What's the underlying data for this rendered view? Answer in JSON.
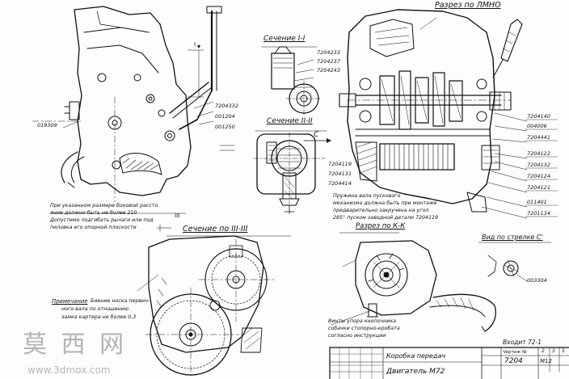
{
  "sections": {
    "main_section": "Разрез по ЛМНО",
    "section_1": "Сечение I-I",
    "section_2": "Сечение II-II",
    "section_3": "Сечение по III-III",
    "section_k": "Разрез по К-К",
    "view_c": "Вид по стрелке С'",
    "arrow_c": "С",
    "roman_1": "I",
    "roman_2": "III"
  },
  "part_numbers": {
    "left_019309": "019309",
    "left_7204332": "7204332",
    "left_001204": "001204",
    "left_001250": "001250",
    "s1_7204233": "7204233",
    "s1_7204237": "7204237",
    "s1_7204243": "7204243",
    "s2_7204119": "7204119",
    "s2_7204131": "7204131",
    "s2_7204414": "7204414",
    "r_7204140": "7204140",
    "r_004006": "004006",
    "r_7204441": "7204441",
    "r_7204122": "7204122",
    "r_7204132": "7204132",
    "r_7204124": "7204124",
    "r_7204121": "7204121",
    "r_011401": "011401",
    "r_7201134": "7201134",
    "view_003304": "003304"
  },
  "notes": {
    "left_note_1": "При указанном размере боковой рассто",
    "left_note_2": "яние должно быть не более 210",
    "left_note_3": "Допустимо подгибать рычаги или под",
    "left_note_4": "пиловка его опорной плоскости",
    "center_note_1": "Пружина вала пускового",
    "center_note_2": "механизма должна быть при монтаже",
    "center_note_3": "предварительно закручена на угол",
    "center_note_4": "285° пуском заводной детали 7204119",
    "remark_title": "Примечание",
    "remark_1": "Биение носка первич-",
    "remark_2": "ного вала по отношению",
    "remark_3": "замка картера не более 0,3",
    "bottom_note_1": "Винты упора кнопочника",
    "bottom_note_2": "собачки стопорно-кробата",
    "bottom_note_3": "согласно инструкции",
    "entry": "Входит  72-1"
  },
  "title_block": {
    "name": "Коробка передач",
    "engine": "Двигатель М72",
    "drawing_no": "7204",
    "sheet_label": "Чертеж №",
    "code": "М12",
    "cells": [
      "2",
      "3",
      "5"
    ]
  },
  "watermark": {
    "chars": "莫 西 网",
    "url": "www.3dmox.com"
  },
  "colors": {
    "ink": "#111111",
    "paper": "#fdfdfb"
  }
}
